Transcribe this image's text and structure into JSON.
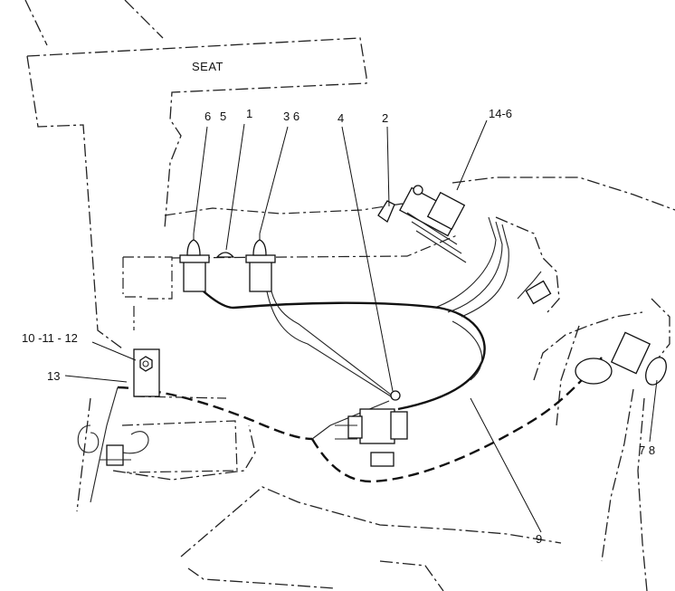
{
  "labels": {
    "seat": "SEAT",
    "l6a": "6",
    "l5": "5",
    "l1": "1",
    "l3_6": "3 6",
    "l4": "4",
    "l2": "2",
    "l14_6": "14-6",
    "l10_11_12": "10 -11 - 12",
    "l13": "13",
    "l7_8": "7 8",
    "l9": "9"
  },
  "colors": {
    "line": "#111111",
    "background": "#ffffff"
  }
}
